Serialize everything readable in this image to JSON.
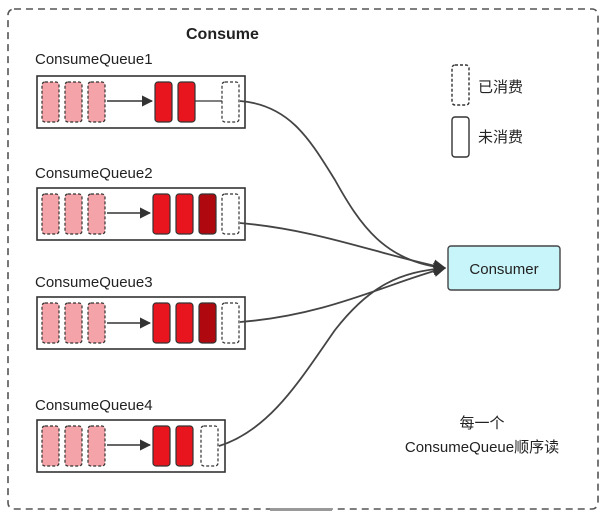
{
  "title": "Consume",
  "queues": [
    {
      "label": "ConsumeQueue1"
    },
    {
      "label": "ConsumeQueue2"
    },
    {
      "label": "ConsumeQueue3"
    },
    {
      "label": "ConsumeQueue4"
    }
  ],
  "legend": {
    "consumed": "已消费",
    "unconsumed": "未消费"
  },
  "consumer": {
    "label": "Consumer"
  },
  "note": {
    "line1": "每一个",
    "line2": "ConsumeQueue顺序读"
  },
  "colors": {
    "pink": "#f4a3a8",
    "red": "#e8141e",
    "dark_red": "#b0080f",
    "consumer_fill": "#c8f5fa",
    "frame": "#555555"
  }
}
